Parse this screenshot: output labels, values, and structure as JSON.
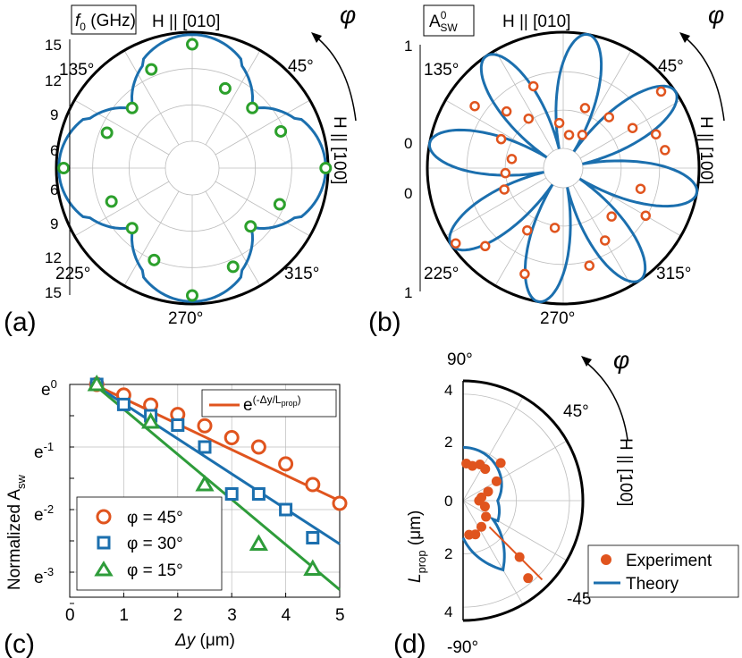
{
  "colors": {
    "fit": "#1b6fae",
    "expA": "#2ca02c",
    "expB": "#e0541e",
    "axis": "#000000",
    "grid": "#bdbdbd",
    "green_line": "#2e9c3a",
    "blue_line": "#1b6fae",
    "orange_line": "#e0541e"
  },
  "panel_a": {
    "label": "(a)",
    "box_label_sym": "f",
    "box_label_sub": "0",
    "box_label_unit": " (GHz)",
    "top_label": "H || [010]",
    "right_label": "H || [100]",
    "phi": "φ",
    "angle_labels": [
      "45°",
      "135°",
      "225°",
      "270°",
      "315°"
    ],
    "radial_ticks_top": [
      "15",
      "12",
      "9",
      "6"
    ],
    "radial_ticks_bottom": [
      "6",
      "9",
      "12",
      "15"
    ]
  },
  "panel_b": {
    "label": "(b)",
    "box_label_main": "A",
    "box_label_sup": "0",
    "box_label_sub": "SW",
    "top_label": "H || [010]",
    "right_label": "H || [100]",
    "phi": "φ",
    "angle_labels": [
      "45°",
      "135°",
      "225°",
      "270°",
      "315°"
    ],
    "radial_ticks": [
      "1",
      "0",
      "0",
      "1"
    ]
  },
  "panel_c": {
    "label": "(c)",
    "ylabel_main": "Normalized A",
    "ylabel_sub": "sw",
    "xlabel_main": "Δy",
    "xlabel_unit": " (μm)",
    "legend_fit_base": "e",
    "legend_fit_exp": "(-Δy/L",
    "legend_fit_exp_sub": "prop",
    "legend_fit_exp_end": ")",
    "legend": [
      "φ = 45°",
      "φ = 30°",
      "φ = 15°"
    ],
    "x_ticks": [
      "0",
      "1",
      "2",
      "3",
      "4",
      "5"
    ],
    "y_ticks_base": "e",
    "y_ticks_exp": [
      "0",
      "-1",
      "-2",
      "-3"
    ]
  },
  "panel_d": {
    "label": "(d)",
    "ylabel_main": "L",
    "ylabel_sub": "prop",
    "ylabel_unit": " (μm)",
    "right_label": "H || [100]",
    "phi": "φ",
    "angle_labels": [
      "90°",
      "45°",
      "-45°",
      "-90°"
    ],
    "radial_ticks": [
      "4",
      "2",
      "0",
      "2",
      "4"
    ],
    "legend": [
      "Experiment",
      "Theory"
    ]
  },
  "chart_data": [
    {
      "type": "scatter",
      "panel": "a",
      "subtype": "polar",
      "rlim": [
        6,
        15
      ],
      "series": [
        {
          "name": "",
          "kind": "experiment",
          "points_deg_GHz": [
            [
              0,
              14.8
            ],
            [
              22.5,
              11.7
            ],
            [
              45,
              10.8
            ],
            [
              67.5,
              10.9
            ],
            [
              90,
              14.0
            ],
            [
              112.5,
              12.6
            ],
            [
              135,
              10.8
            ],
            [
              157.5,
              11.4
            ],
            [
              180,
              14.4
            ],
            [
              202.5,
              11.0
            ],
            [
              225,
              10.8
            ],
            [
              247.5,
              12.0
            ],
            [
              270,
              14.3
            ],
            [
              292.5,
              12.6
            ],
            [
              315,
              10.6
            ],
            [
              337.5,
              11.6
            ]
          ]
        },
        {
          "name": "",
          "kind": "theory",
          "model": "cardioid-lobes"
        }
      ]
    },
    {
      "type": "scatter",
      "panel": "b",
      "subtype": "polar",
      "rlim": [
        0,
        1
      ],
      "series": [
        {
          "name": "",
          "kind": "experiment",
          "points_deg_amp": [
            [
              10,
              0.72
            ],
            [
              20,
              0.68
            ],
            [
              30,
              0.52
            ],
            [
              38,
              0.9
            ],
            [
              48,
              0.42
            ],
            [
              60,
              0.16
            ],
            [
              70,
              0.38
            ],
            [
              80,
              0.12
            ],
            [
              95,
              0.22
            ],
            [
              110,
              0.58
            ],
            [
              125,
              0.35
            ],
            [
              135,
              0.52
            ],
            [
              145,
              0.76
            ],
            [
              155,
              0.42
            ],
            [
              170,
              0.28
            ],
            [
              185,
              0.33
            ],
            [
              200,
              0.37
            ],
            [
              215,
              0.96
            ],
            [
              225,
              0.78
            ],
            [
              240,
              0.45
            ],
            [
              250,
              0.8
            ],
            [
              262,
              0.35
            ],
            [
              285,
              0.7
            ],
            [
              300,
              0.55
            ],
            [
              315,
              0.42
            ],
            [
              330,
              0.65
            ],
            [
              345,
              0.52
            ]
          ]
        },
        {
          "name": "",
          "kind": "theory",
          "model": "four-petal-rosette"
        }
      ]
    },
    {
      "type": "line",
      "panel": "c",
      "xlabel": "Δy (μm)",
      "ylabel": "Normalized A_sw",
      "xlim": [
        0,
        5
      ],
      "ylim_ln": [
        -3.4,
        0
      ],
      "yscale": "log-e",
      "grid": true,
      "legend_placement": "bottom-left",
      "series": [
        {
          "name": "φ = 45°",
          "marker": "circle",
          "x": [
            0.5,
            1,
            1.5,
            2,
            2.5,
            3,
            3.5,
            4,
            4.5,
            5
          ],
          "ln_y": [
            0,
            -0.17,
            -0.33,
            -0.48,
            -0.66,
            -0.85,
            -1.0,
            -1.27,
            -1.6,
            -1.9
          ],
          "fit_ln": [
            [
              0.45,
              0
            ],
            [
              5,
              -1.86
            ]
          ]
        },
        {
          "name": "φ = 30°",
          "marker": "square",
          "x": [
            0.5,
            1,
            1.5,
            2,
            2.5,
            3,
            3.5,
            4,
            4.5
          ],
          "ln_y": [
            0,
            -0.32,
            -0.5,
            -0.65,
            -1.0,
            -1.75,
            -1.75,
            -2.0,
            -2.45
          ],
          "fit_ln": [
            [
              0.45,
              0
            ],
            [
              5,
              -2.55
            ]
          ]
        },
        {
          "name": "φ = 15°",
          "marker": "triangle",
          "x": [
            0.5,
            1.5,
            2.5,
            3.5,
            4.5
          ],
          "ln_y": [
            0,
            -0.6,
            -1.6,
            -2.55,
            -2.95
          ],
          "fit_ln": [
            [
              0.45,
              0
            ],
            [
              5,
              -3.28
            ]
          ]
        }
      ]
    },
    {
      "type": "scatter",
      "panel": "d",
      "subtype": "polar-half",
      "rlim": [
        0,
        4.5
      ],
      "series": [
        {
          "name": "Experiment",
          "points_deg_um": [
            [
              -80,
              1.3
            ],
            [
              -70,
              1.35
            ],
            [
              -55,
              1.2
            ],
            [
              -35,
              1.05
            ],
            [
              -15,
              0.85
            ],
            [
              0,
              0.6
            ],
            [
              10,
              0.7
            ],
            [
              20,
              1.0
            ],
            [
              30,
              1.45
            ],
            [
              45,
              2.0
            ],
            [
              55,
              1.45
            ],
            [
              65,
              1.5
            ],
            [
              75,
              1.35
            ],
            [
              85,
              1.4
            ],
            [
              -45,
              3.0
            ],
            [
              -50,
              3.8
            ]
          ]
        },
        {
          "name": "Theory",
          "model": "lobe"
        }
      ]
    }
  ]
}
